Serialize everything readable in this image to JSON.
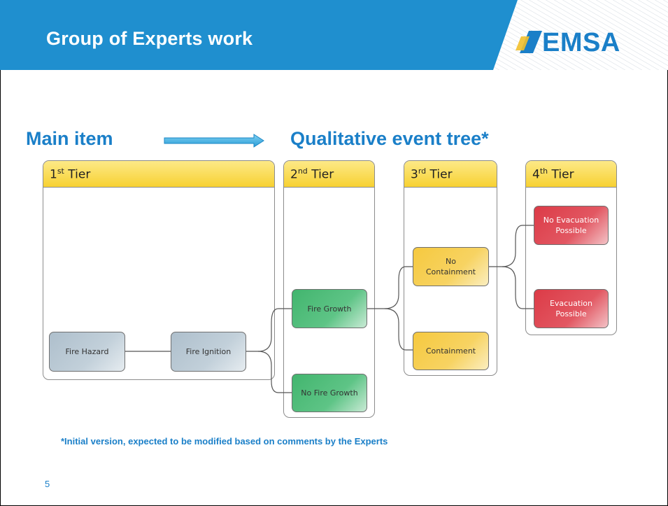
{
  "header": {
    "title": "Group of Experts work"
  },
  "logo": {
    "text": "EMSA",
    "brand_color": "#1a7fc8"
  },
  "headings": {
    "left": "Main item",
    "right": "Qualitative event tree*"
  },
  "tiers": [
    {
      "ordinal": "1",
      "suffix": "st",
      "label": "Tier"
    },
    {
      "ordinal": "2",
      "suffix": "nd",
      "label": "Tier"
    },
    {
      "ordinal": "3",
      "suffix": "rd",
      "label": "Tier"
    },
    {
      "ordinal": "4",
      "suffix": "th",
      "label": "Tier"
    }
  ],
  "nodes": {
    "fire_hazard": "Fire Hazard",
    "fire_ignition": "Fire Ignition",
    "fire_growth": "Fire Growth",
    "no_fire_growth": "No Fire Growth",
    "no_containment": "No\nContainment",
    "containment": "Containment",
    "no_evacuation": "No Evacuation\nPossible",
    "evacuation": "Evacuation\nPossible"
  },
  "footnote": "*Initial version, expected to be modified based on comments by the Experts",
  "page_number": "5",
  "colors": {
    "header_bg": "#1f8fcf",
    "text_blue": "#1a7fc8",
    "tier_header": "#f7d132",
    "node_blue": "#b8c8d4",
    "node_green": "#4fbb78",
    "node_yellow": "#f6c93f",
    "node_red": "#dc3b47"
  }
}
